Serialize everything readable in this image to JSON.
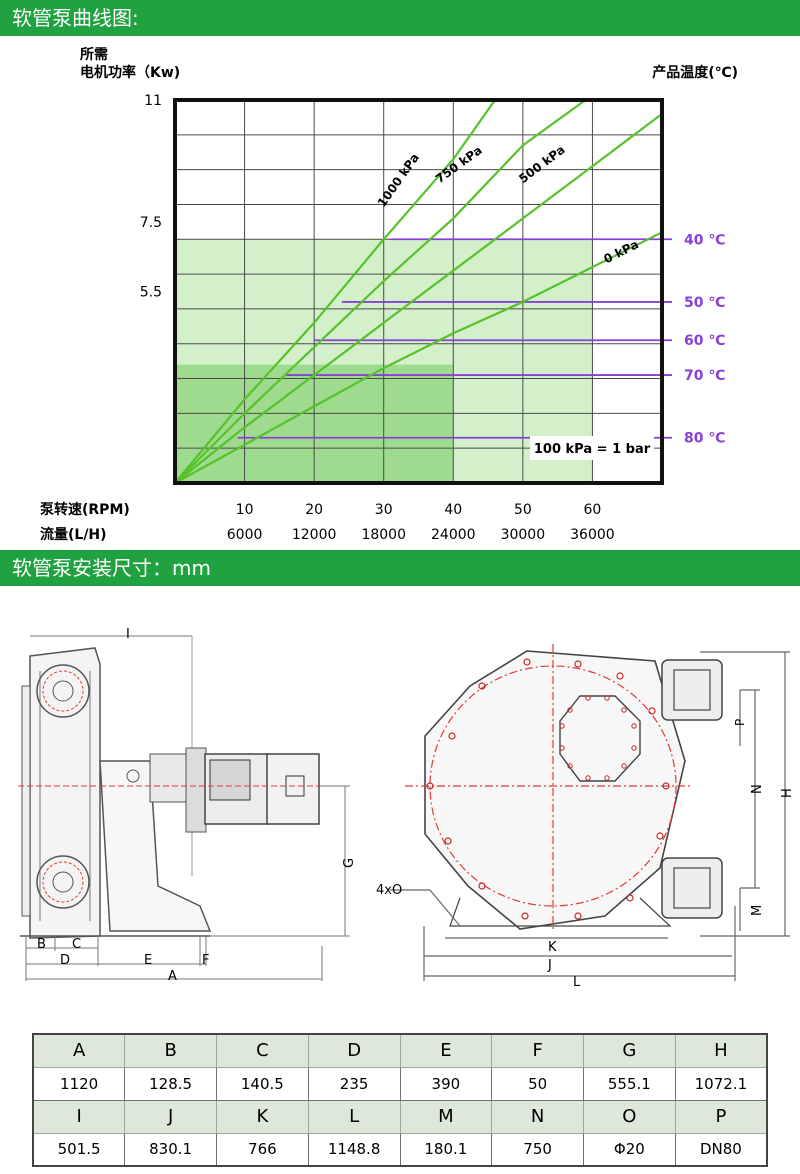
{
  "sections": {
    "curve_title": "软管泵曲线图:",
    "install_title": "软管泵安装尺寸：mm"
  },
  "chart_data": {
    "type": "line",
    "ylabel_line1": "所需",
    "ylabel_line2": "电机功率（Kw)",
    "right_label": "产品温度(℃)",
    "y_ticks": [
      {
        "value": 11,
        "label": "11"
      },
      {
        "value": 7.5,
        "label": "7.5"
      },
      {
        "value": 5.5,
        "label": "5.5"
      }
    ],
    "ylim": [
      0,
      11
    ],
    "xlim": [
      0,
      70
    ],
    "rpm_label": "泵转速(RPM)",
    "flow_label": "流量(L/H)",
    "x_ticks": [
      10,
      20,
      30,
      40,
      50,
      60
    ],
    "rpm_ticks": [
      "10",
      "20",
      "30",
      "40",
      "50",
      "60"
    ],
    "flow_ticks": [
      "6000",
      "12000",
      "18000",
      "24000",
      "30000",
      "36000"
    ],
    "series": [
      {
        "name": "1000 kPa",
        "points": [
          [
            0,
            0
          ],
          [
            10,
            2.4
          ],
          [
            20,
            4.6
          ],
          [
            30,
            7.0
          ],
          [
            40,
            9.3
          ],
          [
            46,
            11
          ]
        ]
      },
      {
        "name": "750 kPa",
        "points": [
          [
            0,
            0
          ],
          [
            10,
            2.0
          ],
          [
            20,
            3.9
          ],
          [
            30,
            5.8
          ],
          [
            40,
            7.6
          ],
          [
            50,
            9.7
          ],
          [
            59,
            11
          ]
        ]
      },
      {
        "name": "500 kPa",
        "points": [
          [
            0,
            0
          ],
          [
            10,
            1.6
          ],
          [
            20,
            3.1
          ],
          [
            30,
            4.6
          ],
          [
            40,
            6.1
          ],
          [
            50,
            7.6
          ],
          [
            60,
            9.1
          ],
          [
            70,
            10.6
          ]
        ]
      },
      {
        "name": "0 kPa",
        "points": [
          [
            0,
            0
          ],
          [
            10,
            1.1
          ],
          [
            20,
            2.2
          ],
          [
            30,
            3.3
          ],
          [
            40,
            4.3
          ],
          [
            50,
            5.2
          ],
          [
            60,
            6.2
          ],
          [
            70,
            7.2
          ]
        ]
      }
    ],
    "temperatures": [
      {
        "label": "40 ℃",
        "power": 7.0,
        "rpm_from": 31
      },
      {
        "label": "50 ℃",
        "power": 5.2,
        "rpm_from": 24
      },
      {
        "label": "60 ℃",
        "power": 4.1,
        "rpm_from": 20
      },
      {
        "label": "70 ℃",
        "power": 3.1,
        "rpm_from": 16
      },
      {
        "label": "80 ℃",
        "power": 1.3,
        "rpm_from": 9
      }
    ],
    "note": "100 kPa = 1 bar",
    "grid": true
  },
  "drawing_labels": {
    "A": "A",
    "B": "B",
    "C": "C",
    "D": "D",
    "E": "E",
    "F": "F",
    "G": "G",
    "H": "H",
    "I": "I",
    "J": "J",
    "K": "K",
    "L": "L",
    "M": "M",
    "N": "N",
    "P": "P",
    "bolt": "4xO"
  },
  "spec_table": {
    "row1_headers": [
      "A",
      "B",
      "C",
      "D",
      "E",
      "F",
      "G",
      "H"
    ],
    "row1_values": [
      "1120",
      "128.5",
      "140.5",
      "235",
      "390",
      "50",
      "555.1",
      "1072.1"
    ],
    "row2_headers": [
      "I",
      "J",
      "K",
      "L",
      "M",
      "N",
      "O",
      "P"
    ],
    "row2_values": [
      "501.5",
      "830.1",
      "766",
      "1148.8",
      "180.1",
      "750",
      "Φ20",
      "DN80"
    ]
  },
  "colors": {
    "banner": "#1fa23f",
    "curve": "#55c22a",
    "temperature": "#8a3fd6",
    "zone_light": "#d4f0cb",
    "zone_dark": "#9fdb8e"
  }
}
